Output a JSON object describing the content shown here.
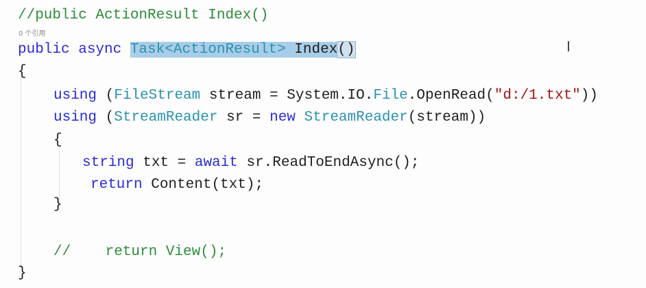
{
  "lines": {
    "comment_signature": "//public ActionResult Index()",
    "codelens": "0 个引用",
    "sig_public_async": "public async ",
    "sig_task_type": "Task<ActionResult>",
    "sig_index": " Index",
    "sig_parens": "()",
    "brace_open": "{",
    "using1_kw": "using",
    "using1_open": " (",
    "using1_type": "FileStream",
    "using1_mid": " stream = System.IO.",
    "using1_file": "File",
    "using1_open_read": ".OpenRead(",
    "using1_str": "\"d:/1.txt\"",
    "using1_close": "))",
    "using2_kw": "using",
    "using2_open": " (",
    "using2_type": "StreamReader",
    "using2_mid": " sr = ",
    "using2_new": "new",
    "using2_sp": " ",
    "using2_type2": "StreamReader",
    "using2_tail": "(stream))",
    "inner_brace_open": "{",
    "string_kw": "string",
    "string_mid": " txt = ",
    "await_kw": "await",
    "string_tail": " sr.ReadToEndAsync();",
    "return_kw": "return",
    "return_tail": " Content(txt);",
    "inner_brace_close": "}",
    "comment_return": "//    return View();",
    "brace_close": "}"
  },
  "cursor_icon": "text-ibeam-icon"
}
